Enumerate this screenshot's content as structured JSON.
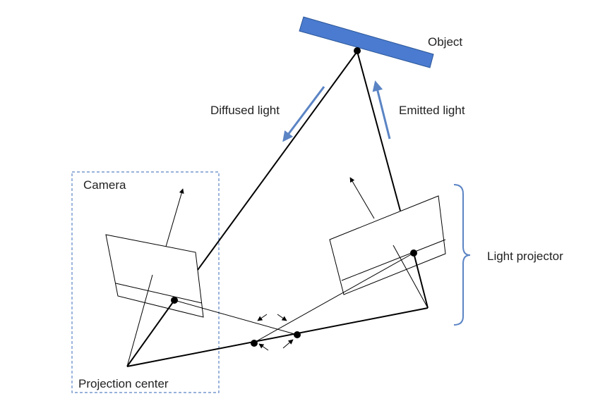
{
  "labels": {
    "object": "Object",
    "diffused_light": "Diffused light",
    "emitted_light": "Emitted light",
    "camera": "Camera",
    "light_projector": "Light projector",
    "projection_center": "Projection center"
  },
  "colors": {
    "object_fill": "#4a7bd0",
    "object_stroke": "#2a5597",
    "light_arrow": "#5b84c4",
    "camera_box": "#5b84c4",
    "bracket": "#5b84c4",
    "line": "#000000"
  }
}
